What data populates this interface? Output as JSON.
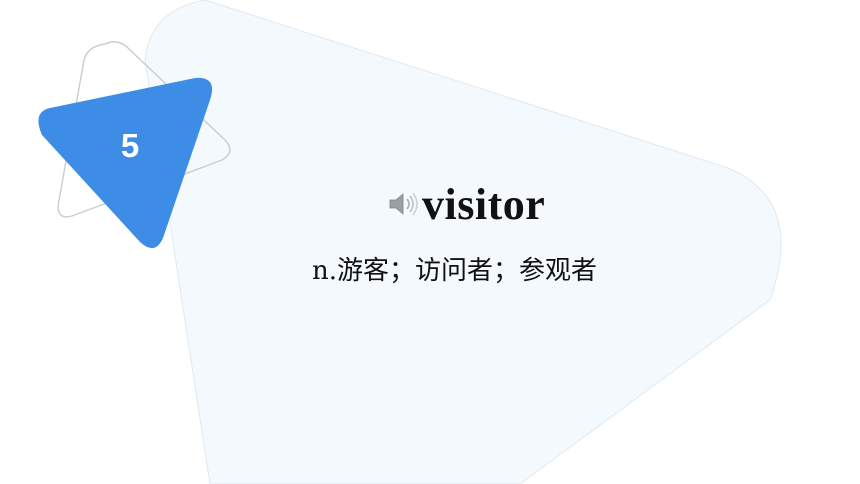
{
  "slide": {
    "number": "5",
    "word": "visitor",
    "meaning": "n.游客；访问者；参观者"
  },
  "icons": {
    "audio": "speaker-icon",
    "badge": "triangle-badge"
  },
  "colors": {
    "badge_fill": "#3d8ce6",
    "background": "#ffffff",
    "large_triangle_fill": "#f4f9fd",
    "outline_stroke": "#c9ccd1",
    "text": "#111111"
  }
}
